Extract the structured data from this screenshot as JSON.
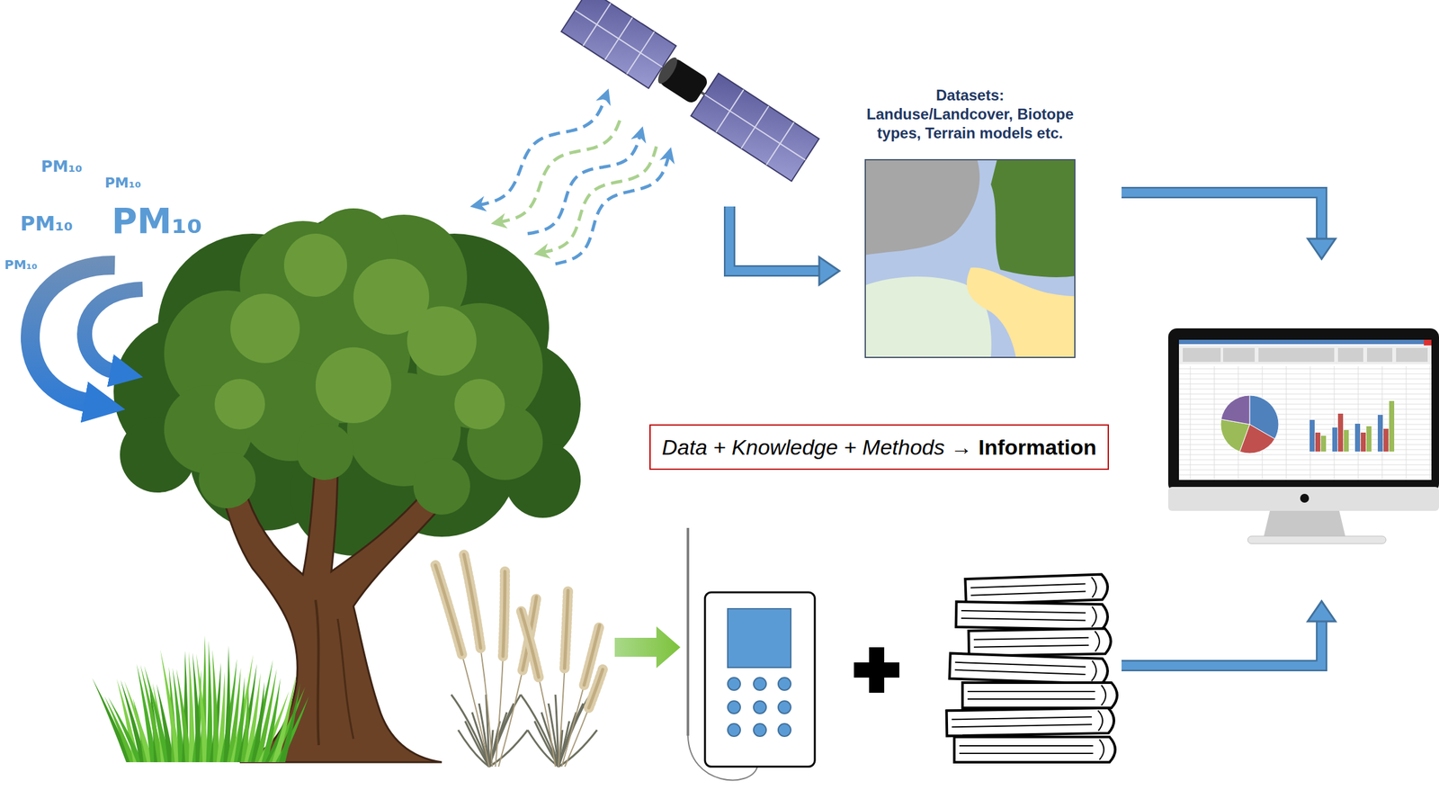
{
  "diagram": {
    "nodes": [
      {
        "text": [
          "Datasets: Landuse/Landcover, Biotope types, Terrain models etc."
        ]
      },
      {
        "text": [
          "Data + Knowledge + Methods →",
          "Information"
        ]
      }
    ],
    "labels": [
      "PM₁₀",
      "PM₁₀",
      "PM₁₀",
      "PM₁₀",
      "PM₁₀"
    ]
  }
}
